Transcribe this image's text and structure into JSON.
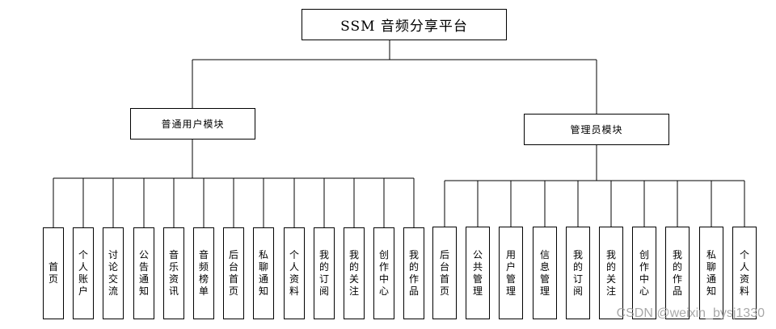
{
  "root": "SSM 音频分享平台",
  "modules": [
    {
      "label": "普通用户模块",
      "children": [
        "首页",
        "个人账户",
        "讨论交流",
        "公告通知",
        "音乐资讯",
        "音频榜单",
        "后台首页",
        "私聊通知",
        "个人资料",
        "我的订阅",
        "我的关注",
        "创作中心",
        "我的作品"
      ]
    },
    {
      "label": "管理员模块",
      "children": [
        "后台首页",
        "公共管理",
        "用户管理",
        "信息管理",
        "我的订阅",
        "我的关注",
        "创作中心",
        "我的作品",
        "私聊通知",
        "个人资料"
      ]
    }
  ],
  "watermark": "CSDN @weixin_bysj1330",
  "colors": {
    "line": "#000000",
    "box_border": "#000000",
    "watermark": "#9a9a9a"
  }
}
